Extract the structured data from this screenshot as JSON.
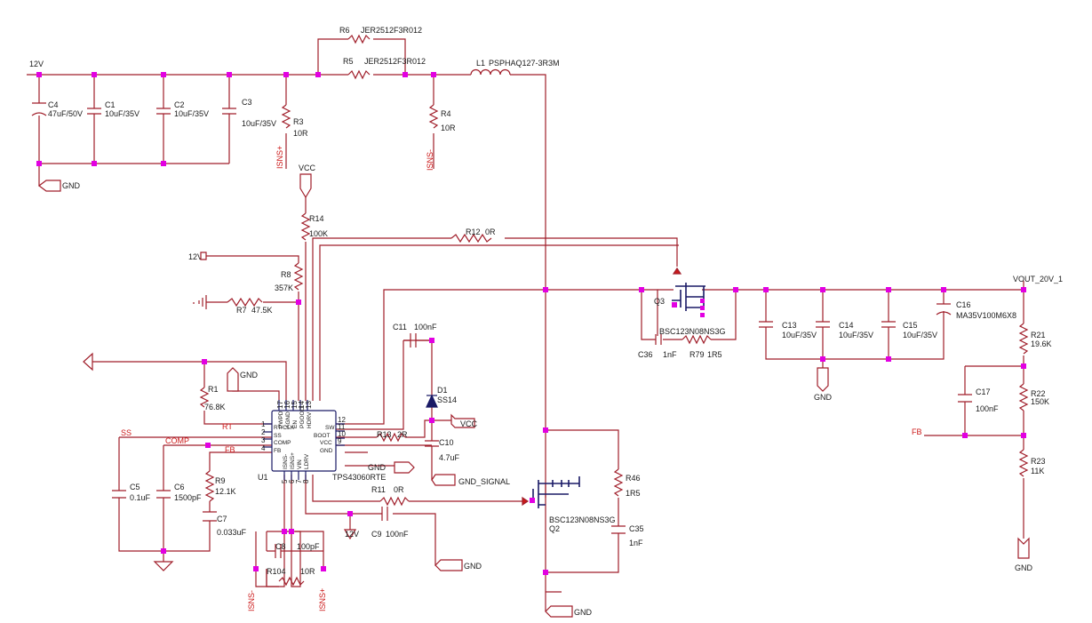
{
  "nets": {
    "v12_top": "12V",
    "v12_r8": "12V",
    "v12_c9": "12V",
    "vcc_top": "VCC",
    "vcc_d1": "VCC",
    "vout": "VOUT_20V_1",
    "isns_plus_r3": "ISNS+",
    "isns_minus_r4": "ISNS-",
    "isns_minus_r104": "ISNS-",
    "isns_plus_r104": "ISNS+",
    "rt": "RT",
    "ss": "SS",
    "comp": "COMP",
    "fb_left": "FB",
    "fb_right": "FB",
    "gnd_c4": "GND",
    "gnd_u1": "GND",
    "gnd_u1_pin9": "GND",
    "gnd_c10": "GND_SIGNAL",
    "gnd_c9": "GND",
    "gnd_q2": "GND",
    "gnd_c14": "GND",
    "gnd_r23": "GND"
  },
  "parts": {
    "r6": {
      "ref": "R6",
      "val": "JER2512F3R012"
    },
    "r5": {
      "ref": "R5",
      "val": "JER2512F3R012"
    },
    "l1": {
      "ref": "L1",
      "val": "PSPHAQ127-3R3M"
    },
    "c4": {
      "ref": "C4",
      "val": "47uF/50V"
    },
    "c1": {
      "ref": "C1",
      "val": "10uF/35V"
    },
    "c2": {
      "ref": "C2",
      "val": "10uF/35V"
    },
    "c3": {
      "ref": "C3",
      "val": "10uF/35V"
    },
    "r3": {
      "ref": "R3",
      "val": "10R"
    },
    "r4": {
      "ref": "R4",
      "val": "10R"
    },
    "r14": {
      "ref": "R14",
      "val": "100K"
    },
    "r12": {
      "ref": "R12",
      "val": "0R"
    },
    "r8": {
      "ref": "R8",
      "val": "357K"
    },
    "r7": {
      "ref": "R7",
      "val": "47.5K"
    },
    "c11": {
      "ref": "C11",
      "val": "100nF"
    },
    "d1": {
      "ref": "D1",
      "val": "SS14"
    },
    "c10": {
      "ref": "C10",
      "val": "4.7uF"
    },
    "r13": {
      "ref": "R13",
      "val": "2R"
    },
    "r1": {
      "ref": "R1",
      "val": "76.8K"
    },
    "c5": {
      "ref": "C5",
      "val": "0.1uF"
    },
    "c6": {
      "ref": "C6",
      "val": "1500pF"
    },
    "r9": {
      "ref": "R9",
      "val": "12.1K"
    },
    "c7": {
      "ref": "C7",
      "val": "0.033uF"
    },
    "c8": {
      "ref": "C8",
      "val": "100pF"
    },
    "r104": {
      "ref": "R104",
      "val": "10R"
    },
    "r11": {
      "ref": "R11",
      "val": "0R"
    },
    "c9": {
      "ref": "C9",
      "val": "100nF"
    },
    "q3": {
      "ref": "Q3",
      "val": "BSC123N08NS3G"
    },
    "c36": {
      "ref": "C36",
      "val": "1nF"
    },
    "r79": {
      "ref": "R79",
      "val": "1R5"
    },
    "q2": {
      "ref": "Q2",
      "val": "BSC123N08NS3G"
    },
    "r46": {
      "ref": "R46",
      "val": "1R5"
    },
    "c35": {
      "ref": "C35",
      "val": "1nF"
    },
    "c13": {
      "ref": "C13",
      "val": "10uF/35V"
    },
    "c14": {
      "ref": "C14",
      "val": "10uF/35V"
    },
    "c15": {
      "ref": "C15",
      "val": "10uF/35V"
    },
    "c16": {
      "ref": "C16",
      "val": "MA35V100M6X8"
    },
    "r21": {
      "ref": "R21",
      "val": "19.6K"
    },
    "r22": {
      "ref": "R22",
      "val": "150K"
    },
    "r23": {
      "ref": "R23",
      "val": "11K"
    },
    "c17": {
      "ref": "C17",
      "val": "100nF"
    }
  },
  "u1": {
    "ref": "U1",
    "val": "TPS43060RTE",
    "left_pins": [
      {
        "num": "1",
        "name": "RT/CLK"
      },
      {
        "num": "2",
        "name": "SS"
      },
      {
        "num": "3",
        "name": "COMP"
      },
      {
        "num": "4",
        "name": "FB"
      }
    ],
    "right_pins": [
      {
        "num": "12",
        "name": "SW"
      },
      {
        "num": "11",
        "name": "BOOT"
      },
      {
        "num": "10",
        "name": "VCC"
      },
      {
        "num": "9",
        "name": "GND"
      }
    ],
    "top_pins": [
      {
        "num": "17",
        "name": "PWPD"
      },
      {
        "num": "16",
        "name": "AGND"
      },
      {
        "num": "15",
        "name": "EN"
      },
      {
        "num": "14",
        "name": "PGOOD"
      },
      {
        "num": "13",
        "name": "HDRV"
      }
    ],
    "bottom_pins": [
      {
        "num": "5",
        "name": "ISNS-"
      },
      {
        "num": "6",
        "name": "ISNS+"
      },
      {
        "num": "7",
        "name": "VIN"
      },
      {
        "num": "8",
        "name": "LDRV"
      }
    ]
  }
}
